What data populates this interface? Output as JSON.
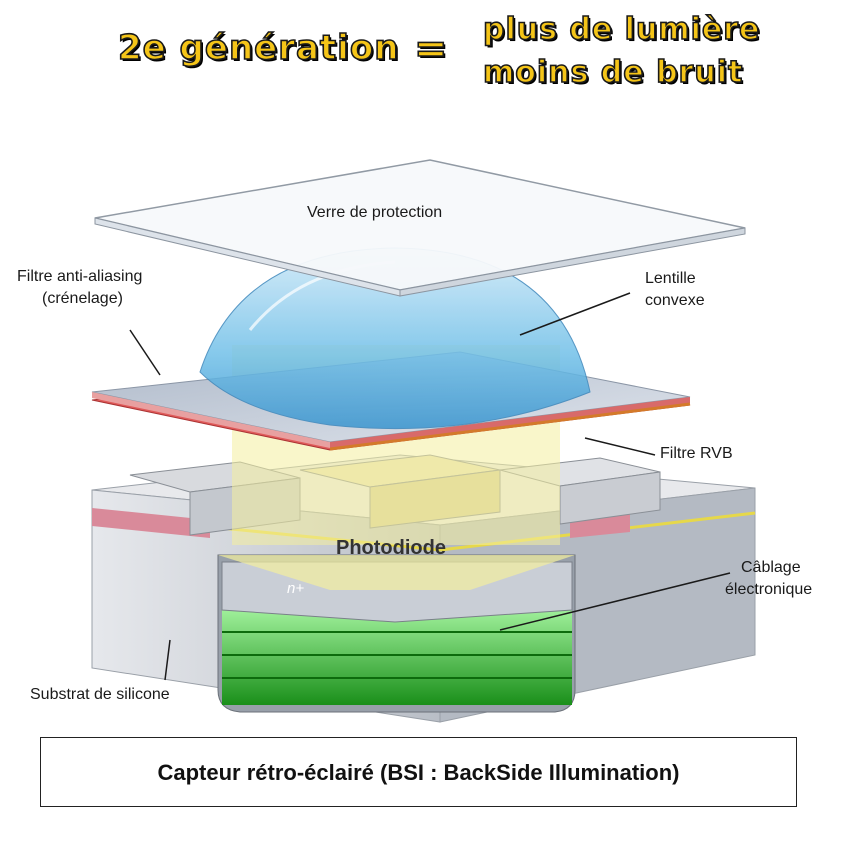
{
  "headline": {
    "left": "2e génération",
    "equals": "=",
    "right_line1": "plus de lumière",
    "right_line2": "moins de bruit"
  },
  "labels": {
    "glass": "Verre de protection",
    "aa_filter_line1": "Filtre anti-aliasing",
    "aa_filter_line2": "(crénelage)",
    "lens_line1": "Lentille",
    "lens_line2": "convexe",
    "rgb_filter": "Filtre RVB",
    "photodiode": "Photodiode",
    "nplus": "n+",
    "wiring_line1": "Câblage",
    "wiring_line2": "électronique",
    "substrate": "Substrat de silicone"
  },
  "caption": "Capteur rétro-éclairé (BSI : BackSide Illumination)",
  "colors": {
    "headline_fill": "#f5c518",
    "lens": "#7ec8ee",
    "rgb_filter": "#e05a5a",
    "photodiode_glow": "#f4ef9e",
    "wiring_green": "#1fbf1f",
    "substrate": "#c9ced6"
  }
}
